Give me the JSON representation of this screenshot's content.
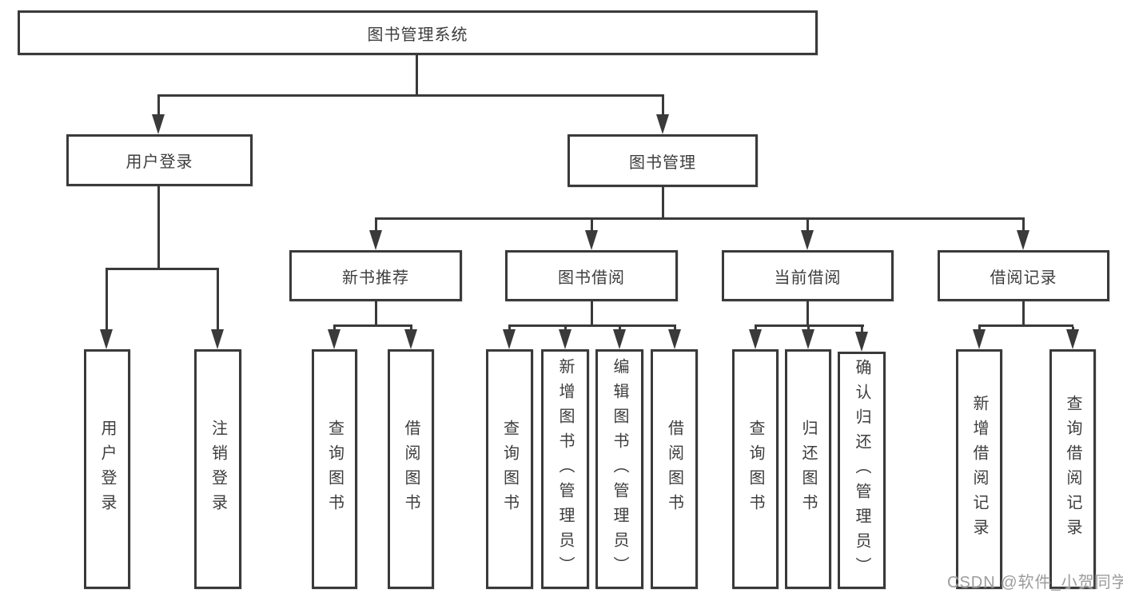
{
  "tree": {
    "root": "图书管理系统",
    "user_login": {
      "label": "用户登录",
      "children": [
        "用户登录",
        "注销登录"
      ]
    },
    "book_mgmt": {
      "label": "图书管理",
      "sections": [
        {
          "label": "新书推荐",
          "children": [
            "查询图书",
            "借阅图书"
          ]
        },
        {
          "label": "图书借阅",
          "children": [
            "查询图书",
            "新增图书（管理员）",
            "编辑图书（管理员）",
            "借阅图书"
          ]
        },
        {
          "label": "当前借阅",
          "children": [
            "查询图书",
            "归还图书",
            "确认归还（管理员）"
          ]
        },
        {
          "label": "借阅记录",
          "children": [
            "新增借阅记录",
            "查询借阅记录"
          ]
        }
      ]
    }
  },
  "watermark": "CSDN @软件_小贺同学"
}
